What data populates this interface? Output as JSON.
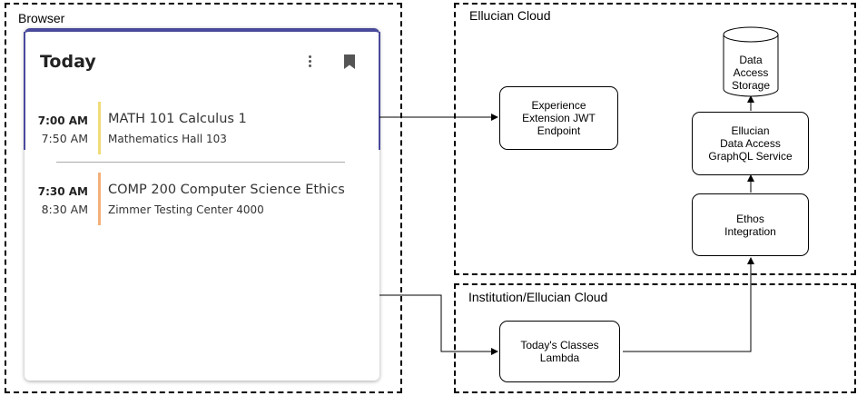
{
  "zones": {
    "browser": "Browser",
    "ellucian_cloud": "Ellucian Cloud",
    "institution_cloud": "Institution/Ellucian Cloud"
  },
  "card": {
    "title": "Today",
    "menu_icon": "kebab-vertical-icon",
    "bookmark_icon": "bookmark-icon",
    "events": [
      {
        "start": "7:00 AM",
        "end": "7:50 AM",
        "title": "MATH 101 Calculus 1",
        "location": "Mathematics Hall 103",
        "color": "#f0dc78"
      },
      {
        "start": "7:30 AM",
        "end": "8:30 AM",
        "title": "COMP 200 Computer Science Ethics",
        "location": "Zimmer Testing Center 4000",
        "color": "#f4b07a"
      }
    ]
  },
  "nodes": {
    "jwt_endpoint": "Experience\nExtension JWT\nEndpoint",
    "data_access_storage": "Data\nAccess\nStorage",
    "graphql_service": "Ellucian\nData Access\nGraphQL Service",
    "ethos_integration": "Ethos\nIntegration",
    "classes_lambda": "Today's Classes\nLambda"
  }
}
